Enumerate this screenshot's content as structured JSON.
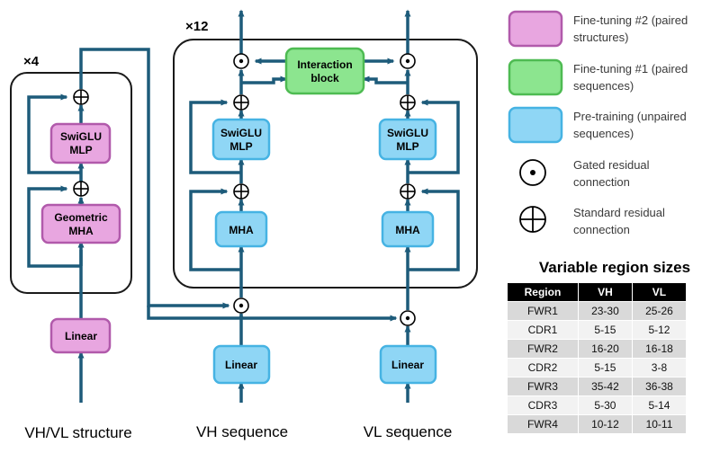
{
  "diagram": {
    "multipliers": {
      "structure_stack": "×4",
      "sequence_stack": "×12"
    },
    "blocks": {
      "swiglu_structure": [
        "SwiGLU",
        "MLP"
      ],
      "geometric_mha": [
        "Geometric",
        "MHA"
      ],
      "linear_structure": "Linear",
      "interaction": [
        "Interaction",
        "block"
      ],
      "swiglu_vh": [
        "SwiGLU",
        "MLP"
      ],
      "swiglu_vl": [
        "SwiGLU",
        "MLP"
      ],
      "mha_vh": "MHA",
      "mha_vl": "MHA",
      "linear_vh": "Linear",
      "linear_vl": "Linear"
    },
    "inputs": {
      "structure": "VH/VL structure",
      "vh": "VH sequence",
      "vl": "VL sequence"
    },
    "colors": {
      "pink_fill": "#e8a6e0",
      "pink_stroke": "#b15aab",
      "green_fill": "#8ce58f",
      "green_stroke": "#4ebb52",
      "blue_fill": "#8fd6f5",
      "blue_stroke": "#46b3e3",
      "arrow": "#1d5b7a"
    }
  },
  "legend": {
    "items": [
      {
        "kind": "pink",
        "lines": [
          "Fine-tuning #2 (paired",
          "structures)"
        ]
      },
      {
        "kind": "green",
        "lines": [
          "Fine-tuning #1 (paired",
          "sequences)"
        ]
      },
      {
        "kind": "blue",
        "lines": [
          "Pre-training (unpaired",
          "sequences)"
        ]
      },
      {
        "kind": "gated",
        "lines": [
          "Gated residual",
          "connection"
        ]
      },
      {
        "kind": "standard",
        "lines": [
          "Standard residual",
          "connection"
        ]
      }
    ]
  },
  "region_table": {
    "title": "Variable region sizes",
    "headers": [
      "Region",
      "VH",
      "VL"
    ],
    "rows": [
      [
        "FWR1",
        "23-30",
        "25-26"
      ],
      [
        "CDR1",
        "5-15",
        "5-12"
      ],
      [
        "FWR2",
        "16-20",
        "16-18"
      ],
      [
        "CDR2",
        "5-15",
        "3-8"
      ],
      [
        "FWR3",
        "35-42",
        "36-38"
      ],
      [
        "CDR3",
        "5-30",
        "5-14"
      ],
      [
        "FWR4",
        "10-12",
        "10-11"
      ]
    ]
  }
}
